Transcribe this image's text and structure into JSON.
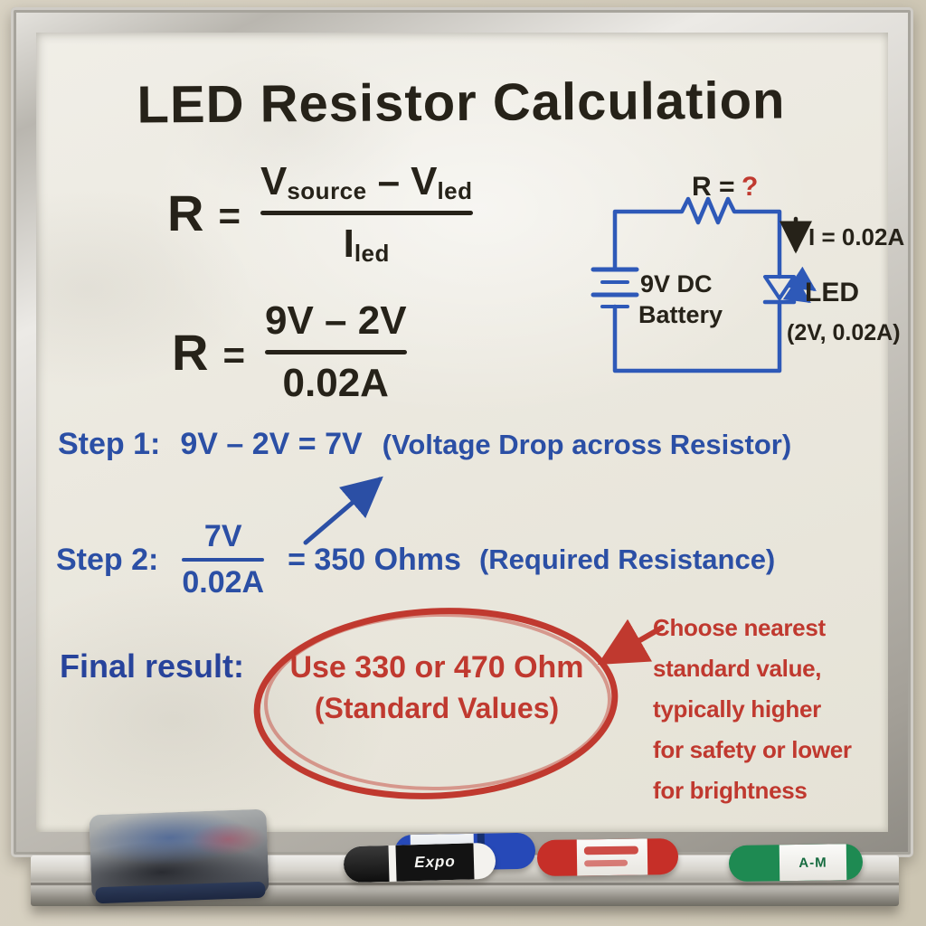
{
  "colors": {
    "blue": "#2b4fa5",
    "red": "#c0392f",
    "ink": "#262219",
    "circuit_blue": "#2e59b8"
  },
  "title": "LED Resistor Calculation",
  "formula_general": {
    "lhs": "R",
    "eq": "=",
    "num_v1": "V",
    "num_v1_sub": "source",
    "minus": "–",
    "num_v2": "V",
    "num_v2_sub": "led",
    "den": "I",
    "den_sub": "led"
  },
  "formula_numeric": {
    "lhs": "R",
    "eq": "=",
    "num": "9V – 2V",
    "den": "0.02A"
  },
  "circuit": {
    "r_label": "R =",
    "r_unknown": "?",
    "current_label": "I = 0.02A",
    "battery_line1": "9V DC",
    "battery_line2": "Battery",
    "led_label": "LED",
    "led_spec": "(2V, 0.02A)"
  },
  "step1": {
    "label": "Step 1:",
    "equation": "9V – 2V = 7V",
    "note": "(Voltage Drop across Resistor)"
  },
  "step2": {
    "label": "Step 2:",
    "numerator": "7V",
    "denominator": "0.02A",
    "result": "= 350 Ohms",
    "note": "(Required Resistance)"
  },
  "final_result": {
    "label": "Final result:",
    "circled_line1": "Use 330 or 470 Ohm",
    "circled_line2": "(Standard Values)"
  },
  "annotation": {
    "line1": "Choose nearest",
    "line2": "standard value,",
    "line3": "typically higher",
    "line4": "for safety or lower",
    "line5": "for brightness"
  },
  "tray": {
    "black_marker_brand": "Expo",
    "green_marker_brand": "A-M"
  }
}
